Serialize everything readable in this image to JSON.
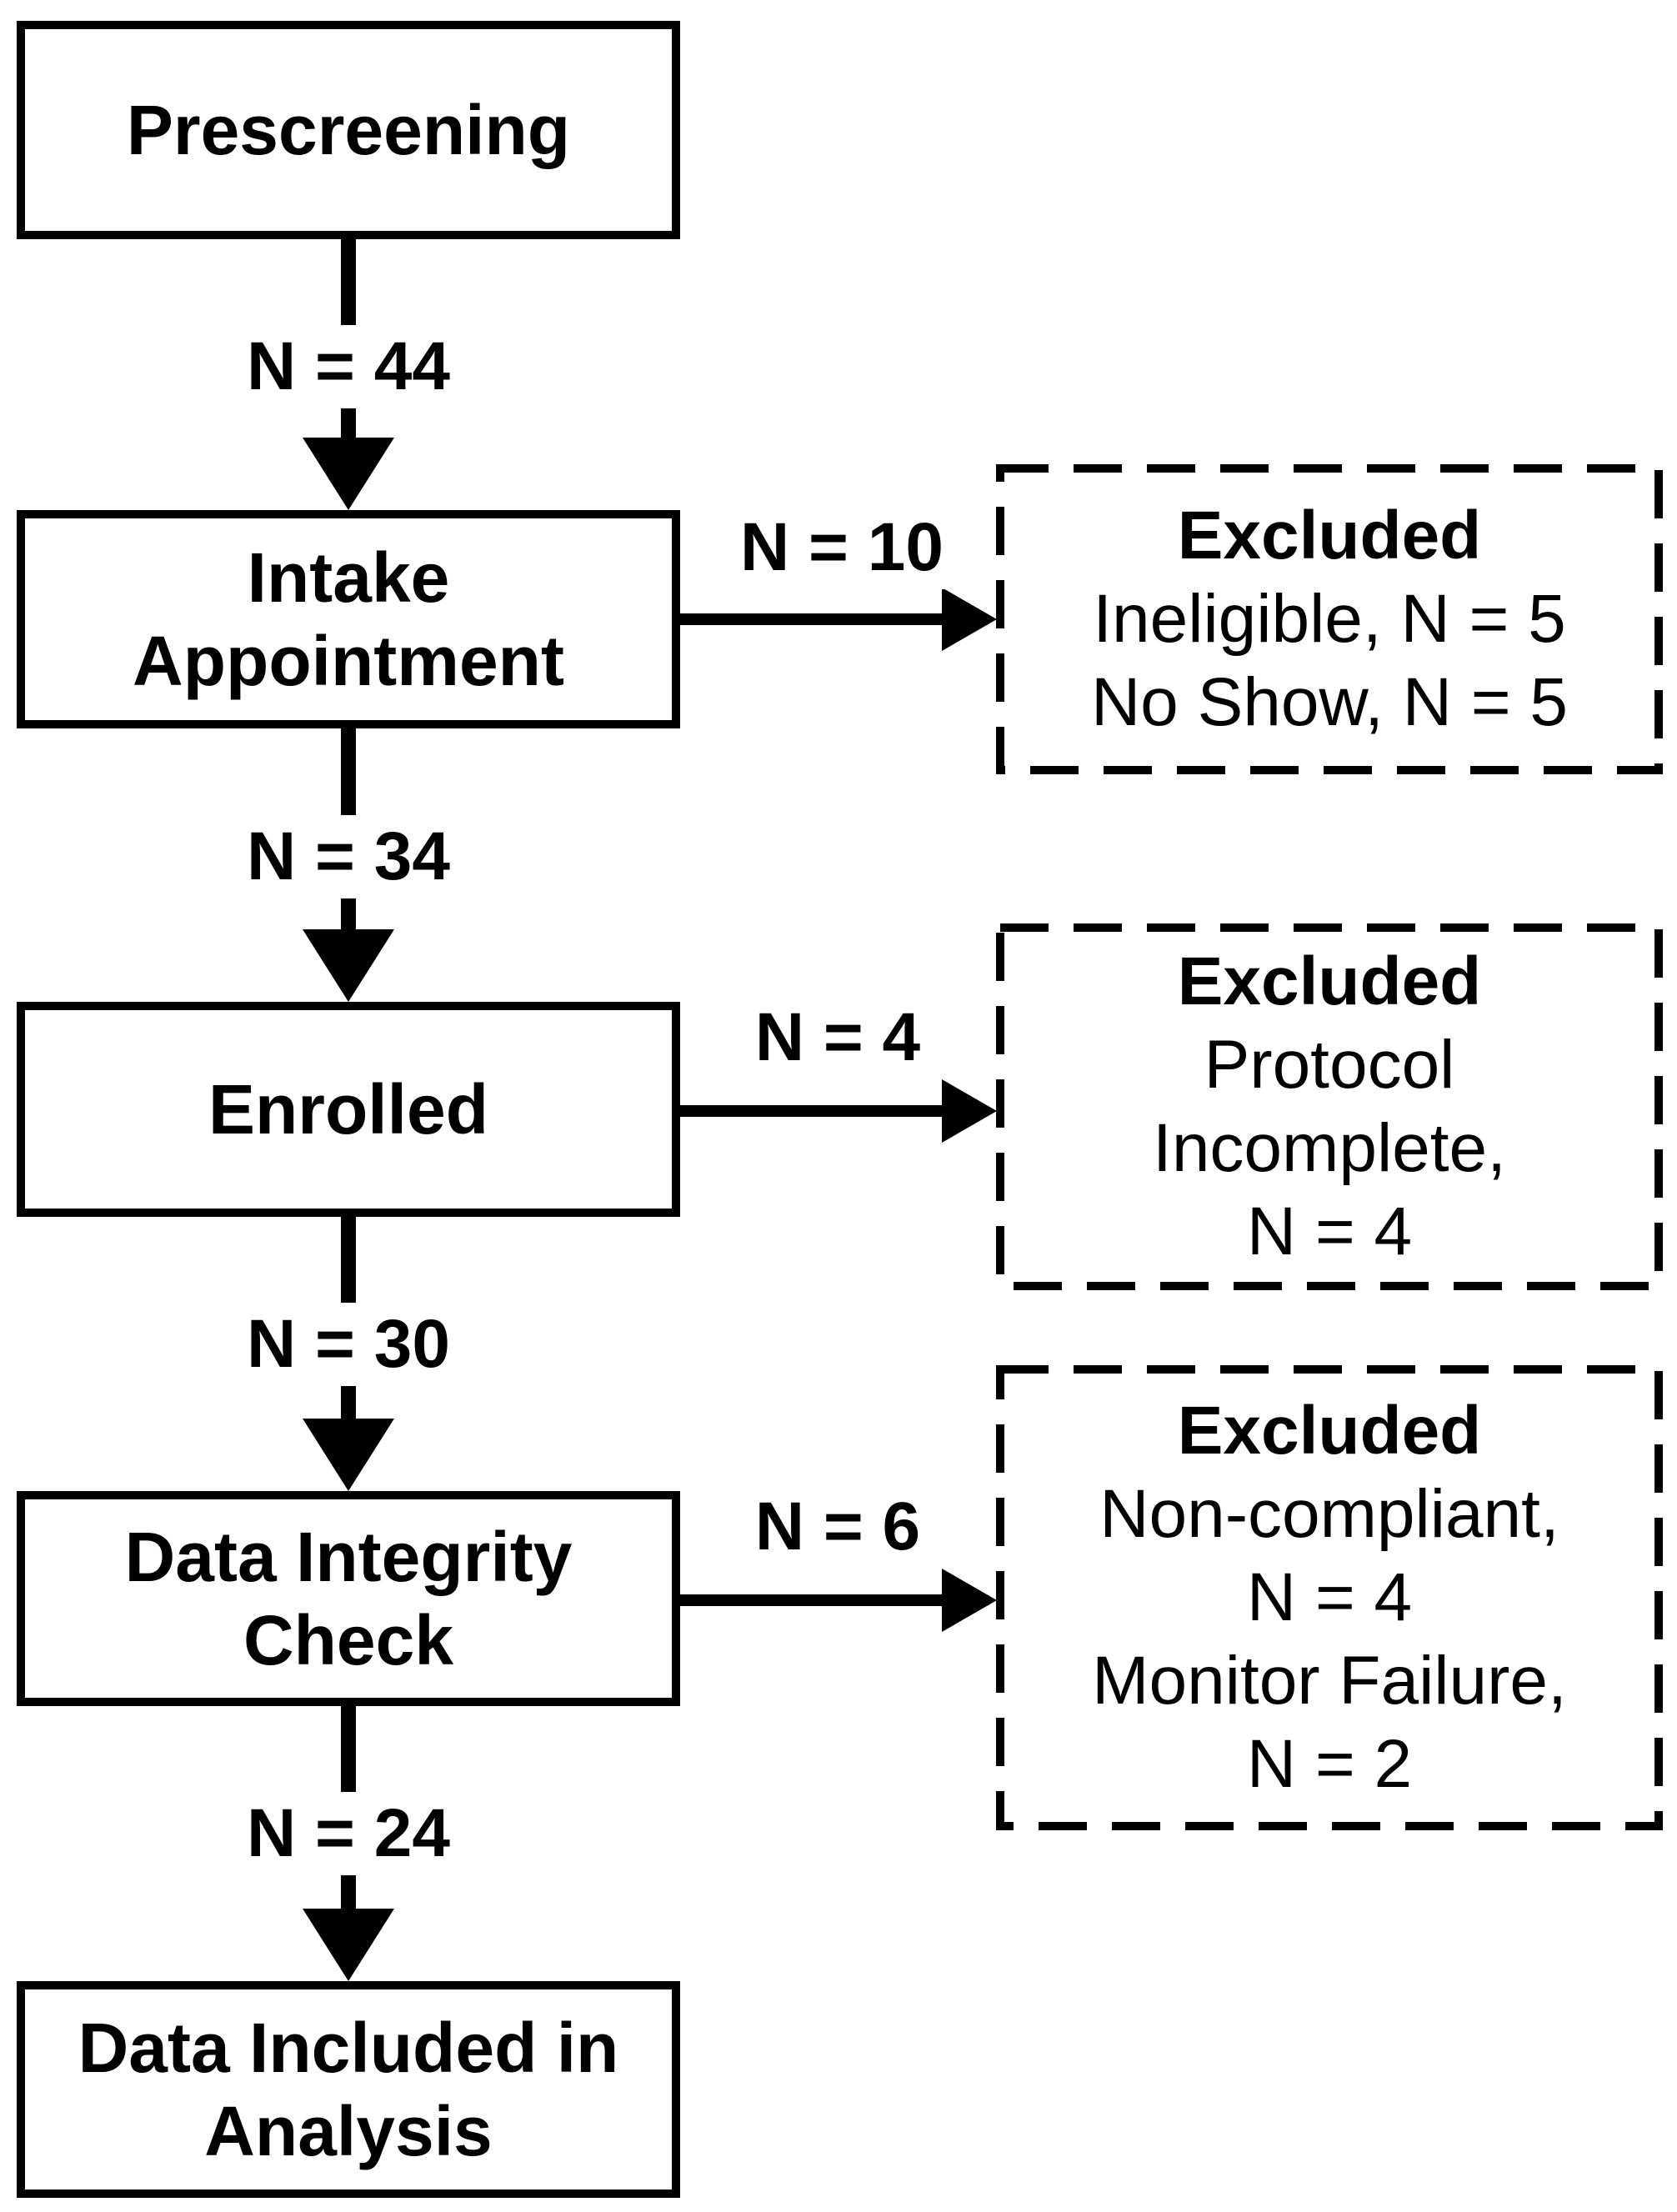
{
  "colors": {
    "stroke": "#000000",
    "background": "#ffffff"
  },
  "steps": [
    {
      "id": "prescreening",
      "lines": [
        "Prescreening"
      ]
    },
    {
      "id": "intake",
      "lines": [
        "Intake",
        "Appointment"
      ]
    },
    {
      "id": "enrolled",
      "lines": [
        "Enrolled"
      ]
    },
    {
      "id": "integrity",
      "lines": [
        "Data Integrity",
        "Check"
      ]
    },
    {
      "id": "analysis",
      "lines": [
        "Data Included in",
        "Analysis"
      ]
    }
  ],
  "flow_counts": [
    "N = 44",
    "N = 34",
    "N = 30",
    "N = 24"
  ],
  "exclusions": [
    {
      "count_label": "N = 10",
      "heading": "Excluded",
      "lines": [
        "Ineligible, N = 5",
        "No Show, N = 5"
      ]
    },
    {
      "count_label": "N = 4",
      "heading": "Excluded",
      "lines": [
        "Protocol",
        "Incomplete,",
        "N = 4"
      ]
    },
    {
      "count_label": "N = 6",
      "heading": "Excluded",
      "lines": [
        "Non-compliant,",
        "N = 4",
        "Monitor Failure,",
        "N = 2"
      ]
    }
  ]
}
